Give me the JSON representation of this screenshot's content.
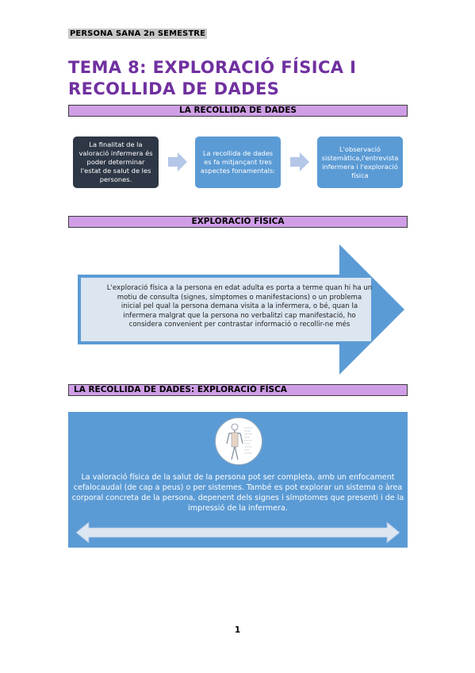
{
  "header": {
    "running_header": "PERSONA SANA 2n SEMESTRE"
  },
  "title": {
    "line1": "TEMA 8: EXPLORACIÓ FÍSICA I",
    "line2": "RECOLLIDA DE DADES"
  },
  "sections": {
    "s1": "LA RECOLLIDA DE DADES",
    "s2": "EXPLORACIÓ FÍSICA",
    "s3": "LA RECOLLIDA DE DADES: EXPLORACIÓ FÍSCA"
  },
  "flow": [
    {
      "text": "La finalitat de la valoració infermera és poder determinar l'estat de salut de les persones."
    },
    {
      "text": "La recollida de dades es fa mitjançant tres aspectes fonamentals:"
    },
    {
      "text": "L'observació sistemàtica,l'entrevista infermera i l'exploració física"
    }
  ],
  "arrow_text": "L'exploració física a la persona en edat adulta es porta a terme quan hi ha un motiu de consulta (signes, símptomes o manifestacions) o un problema inicial pel qual la persona demana visita a la infermera, o bé, quan la infermera malgrat que la persona no verbalitzi cap manifestació, ho considera convenient per contrastar informació o recollir-ne més",
  "panel_text": "La valoració física de la salut de la persona pot ser completa, amb un enfocament cefalocaudal (de cap a peus) o per sistemes. També es pot explorar un sistema o àrea corporal concreta de la persona, depenent dels signes i símptomes que presenti i de la impressió de la infermera.",
  "footer": {
    "page_number": "1"
  },
  "colors": {
    "title": "#7030a0",
    "section_bar": "#cf9ee6",
    "dark_box": "#2e3746",
    "blue": "#5b9bd5",
    "arrow_body": "#dce6f1"
  }
}
